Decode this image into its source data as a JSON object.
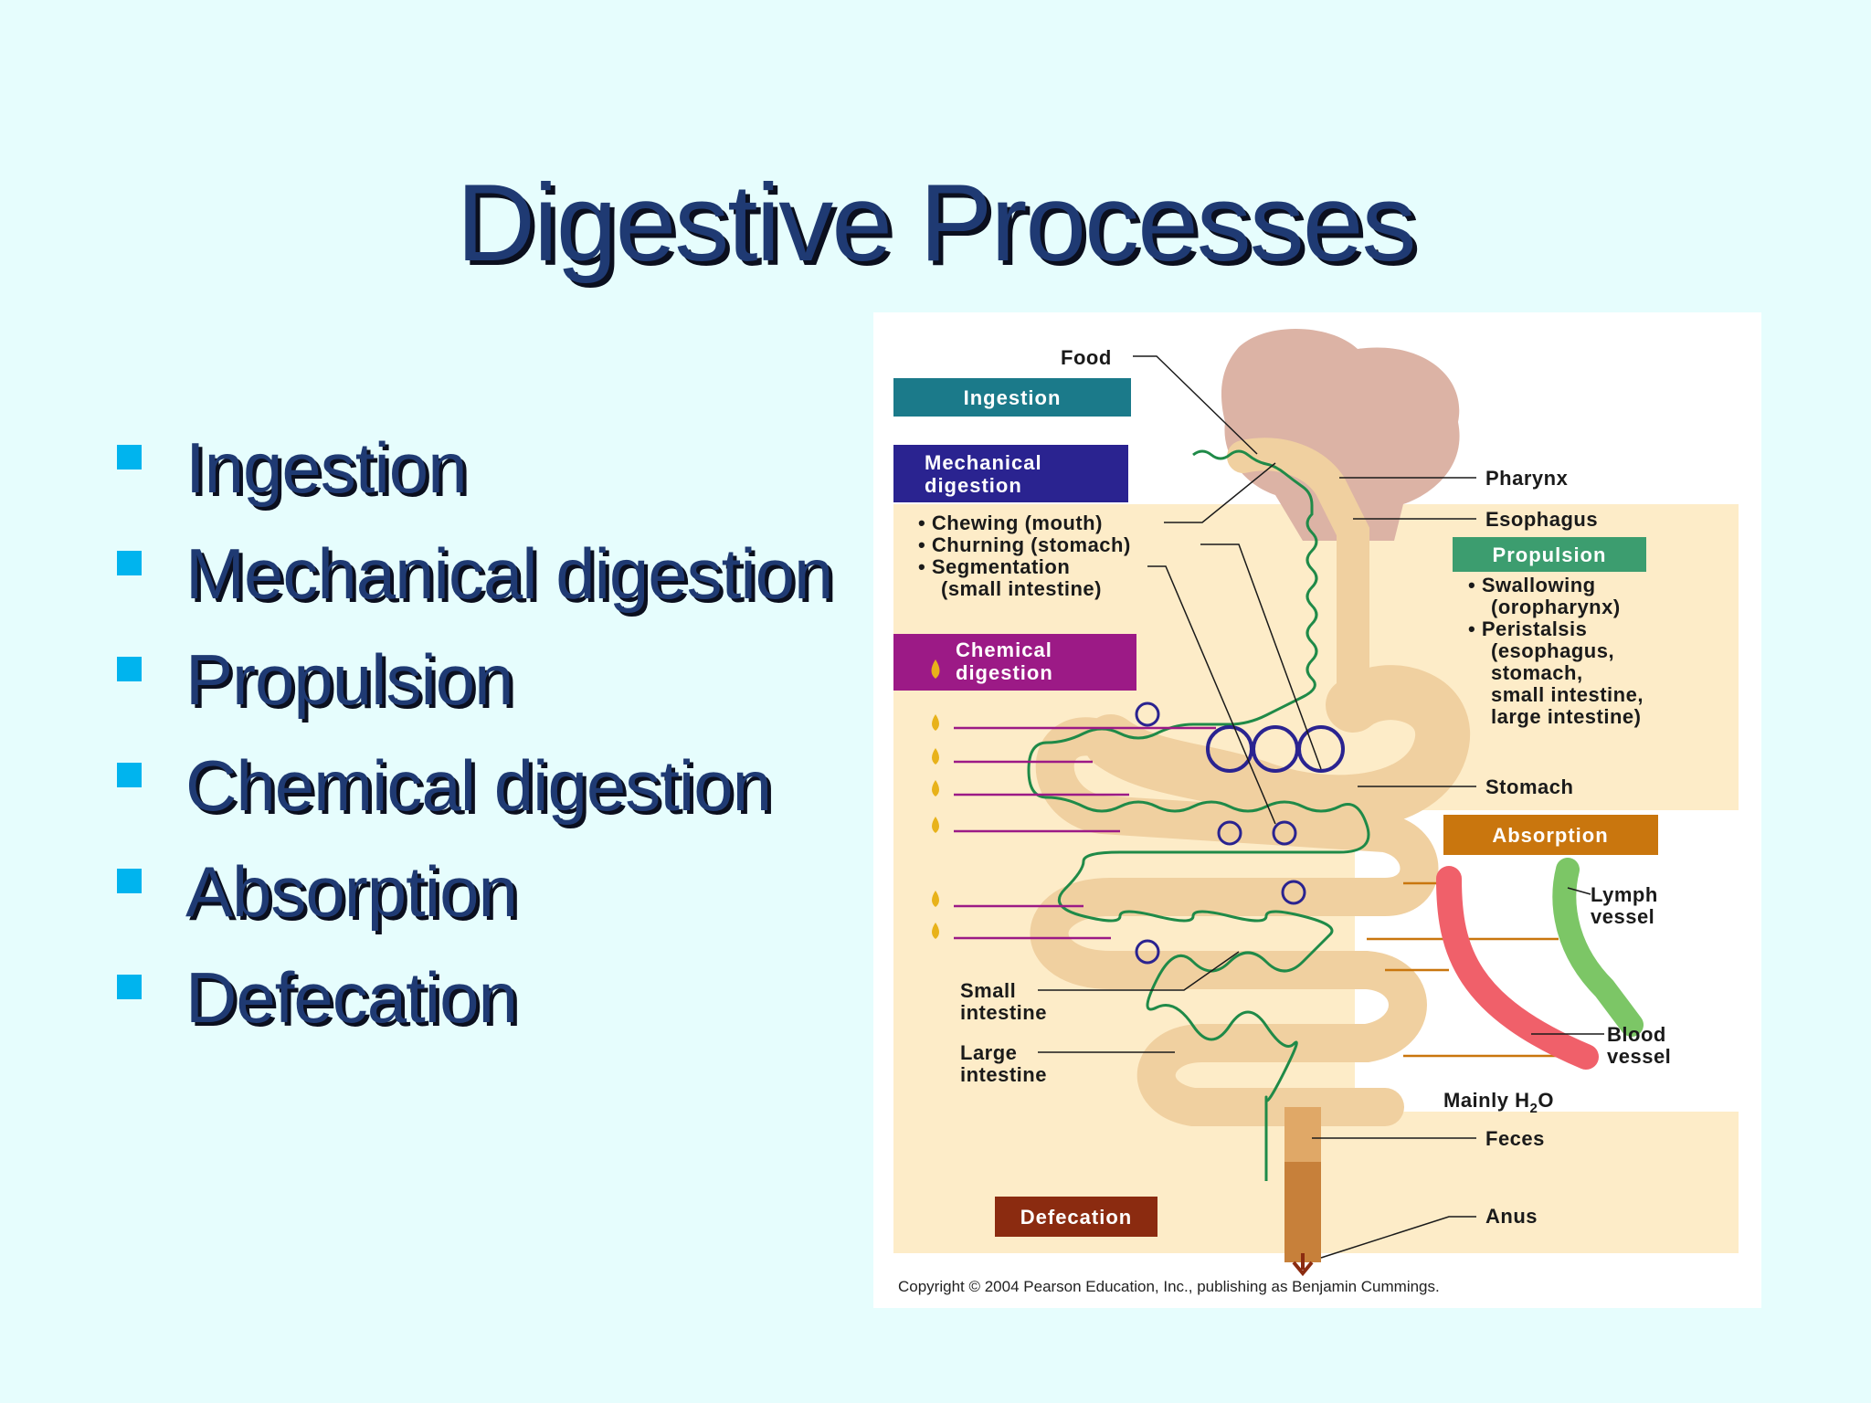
{
  "title": "Digestive Processes",
  "bullets": [
    "Ingestion",
    "Mechanical digestion",
    "Propulsion",
    "Chemical digestion",
    "Absorption",
    "Defecation"
  ],
  "figure": {
    "boxes": {
      "ingestion": "Ingestion",
      "mechanical_1": "Mechanical",
      "mechanical_2": "digestion",
      "chemical_1": "Chemical",
      "chemical_2": "digestion",
      "propulsion": "Propulsion",
      "absorption": "Absorption",
      "defecation": "Defecation"
    },
    "mechanical_list": [
      "• Chewing (mouth)",
      "• Churning (stomach)",
      "• Segmentation",
      "(small intestine)"
    ],
    "propulsion_list": [
      "• Swallowing",
      "(oropharynx)",
      "• Peristalsis",
      "(esophagus,",
      "stomach,",
      "small intestine,",
      "large intestine)"
    ],
    "labels": {
      "food": "Food",
      "pharynx": "Pharynx",
      "esophagus": "Esophagus",
      "stomach": "Stomach",
      "small_intestine_1": "Small",
      "small_intestine_2": "intestine",
      "large_intestine_1": "Large",
      "large_intestine_2": "intestine",
      "lymph_1": "Lymph",
      "lymph_2": "vessel",
      "blood_1": "Blood",
      "blood_2": "vessel",
      "mainly": "Mainly H",
      "mainly_sub": "2",
      "mainly_end": "O",
      "feces": "Feces",
      "anus": "Anus"
    },
    "copyright": "Copyright © 2004 Pearson Education, Inc., publishing as Benjamin Cummings.",
    "colors": {
      "ingestion": "#1b7a8a",
      "mechanical": "#2a2390",
      "chemical": "#9c1a86",
      "propulsion": "#3c9d6f",
      "absorption": "#c9760e",
      "defecation": "#8b2b10"
    }
  }
}
